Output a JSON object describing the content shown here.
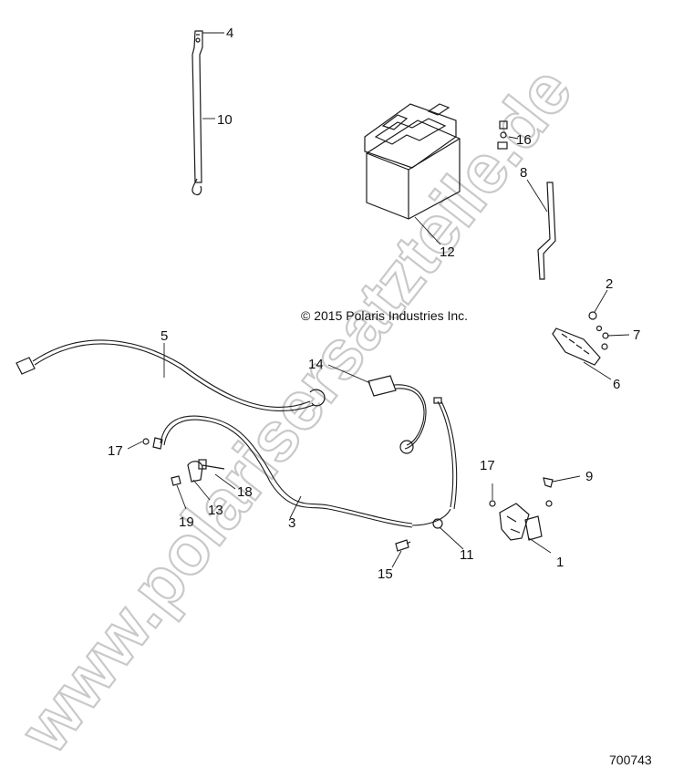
{
  "diagram": {
    "copyright": "© 2015 Polaris Industries Inc.",
    "diagram_id": "700743",
    "watermark": "www.polarisersatzteile.de",
    "callouts": [
      {
        "id": "c1",
        "label": "1"
      },
      {
        "id": "c2",
        "label": "2"
      },
      {
        "id": "c3",
        "label": "3"
      },
      {
        "id": "c4",
        "label": "4"
      },
      {
        "id": "c5",
        "label": "5"
      },
      {
        "id": "c6",
        "label": "6"
      },
      {
        "id": "c7",
        "label": "7"
      },
      {
        "id": "c8",
        "label": "8"
      },
      {
        "id": "c9",
        "label": "9"
      },
      {
        "id": "c10",
        "label": "10"
      },
      {
        "id": "c11",
        "label": "11"
      },
      {
        "id": "c12",
        "label": "12"
      },
      {
        "id": "c13",
        "label": "13"
      },
      {
        "id": "c14",
        "label": "14"
      },
      {
        "id": "c15",
        "label": "15"
      },
      {
        "id": "c16",
        "label": "16"
      },
      {
        "id": "c17a",
        "label": "17"
      },
      {
        "id": "c17b",
        "label": "17"
      },
      {
        "id": "c18",
        "label": "18"
      },
      {
        "id": "c19",
        "label": "19"
      }
    ]
  }
}
